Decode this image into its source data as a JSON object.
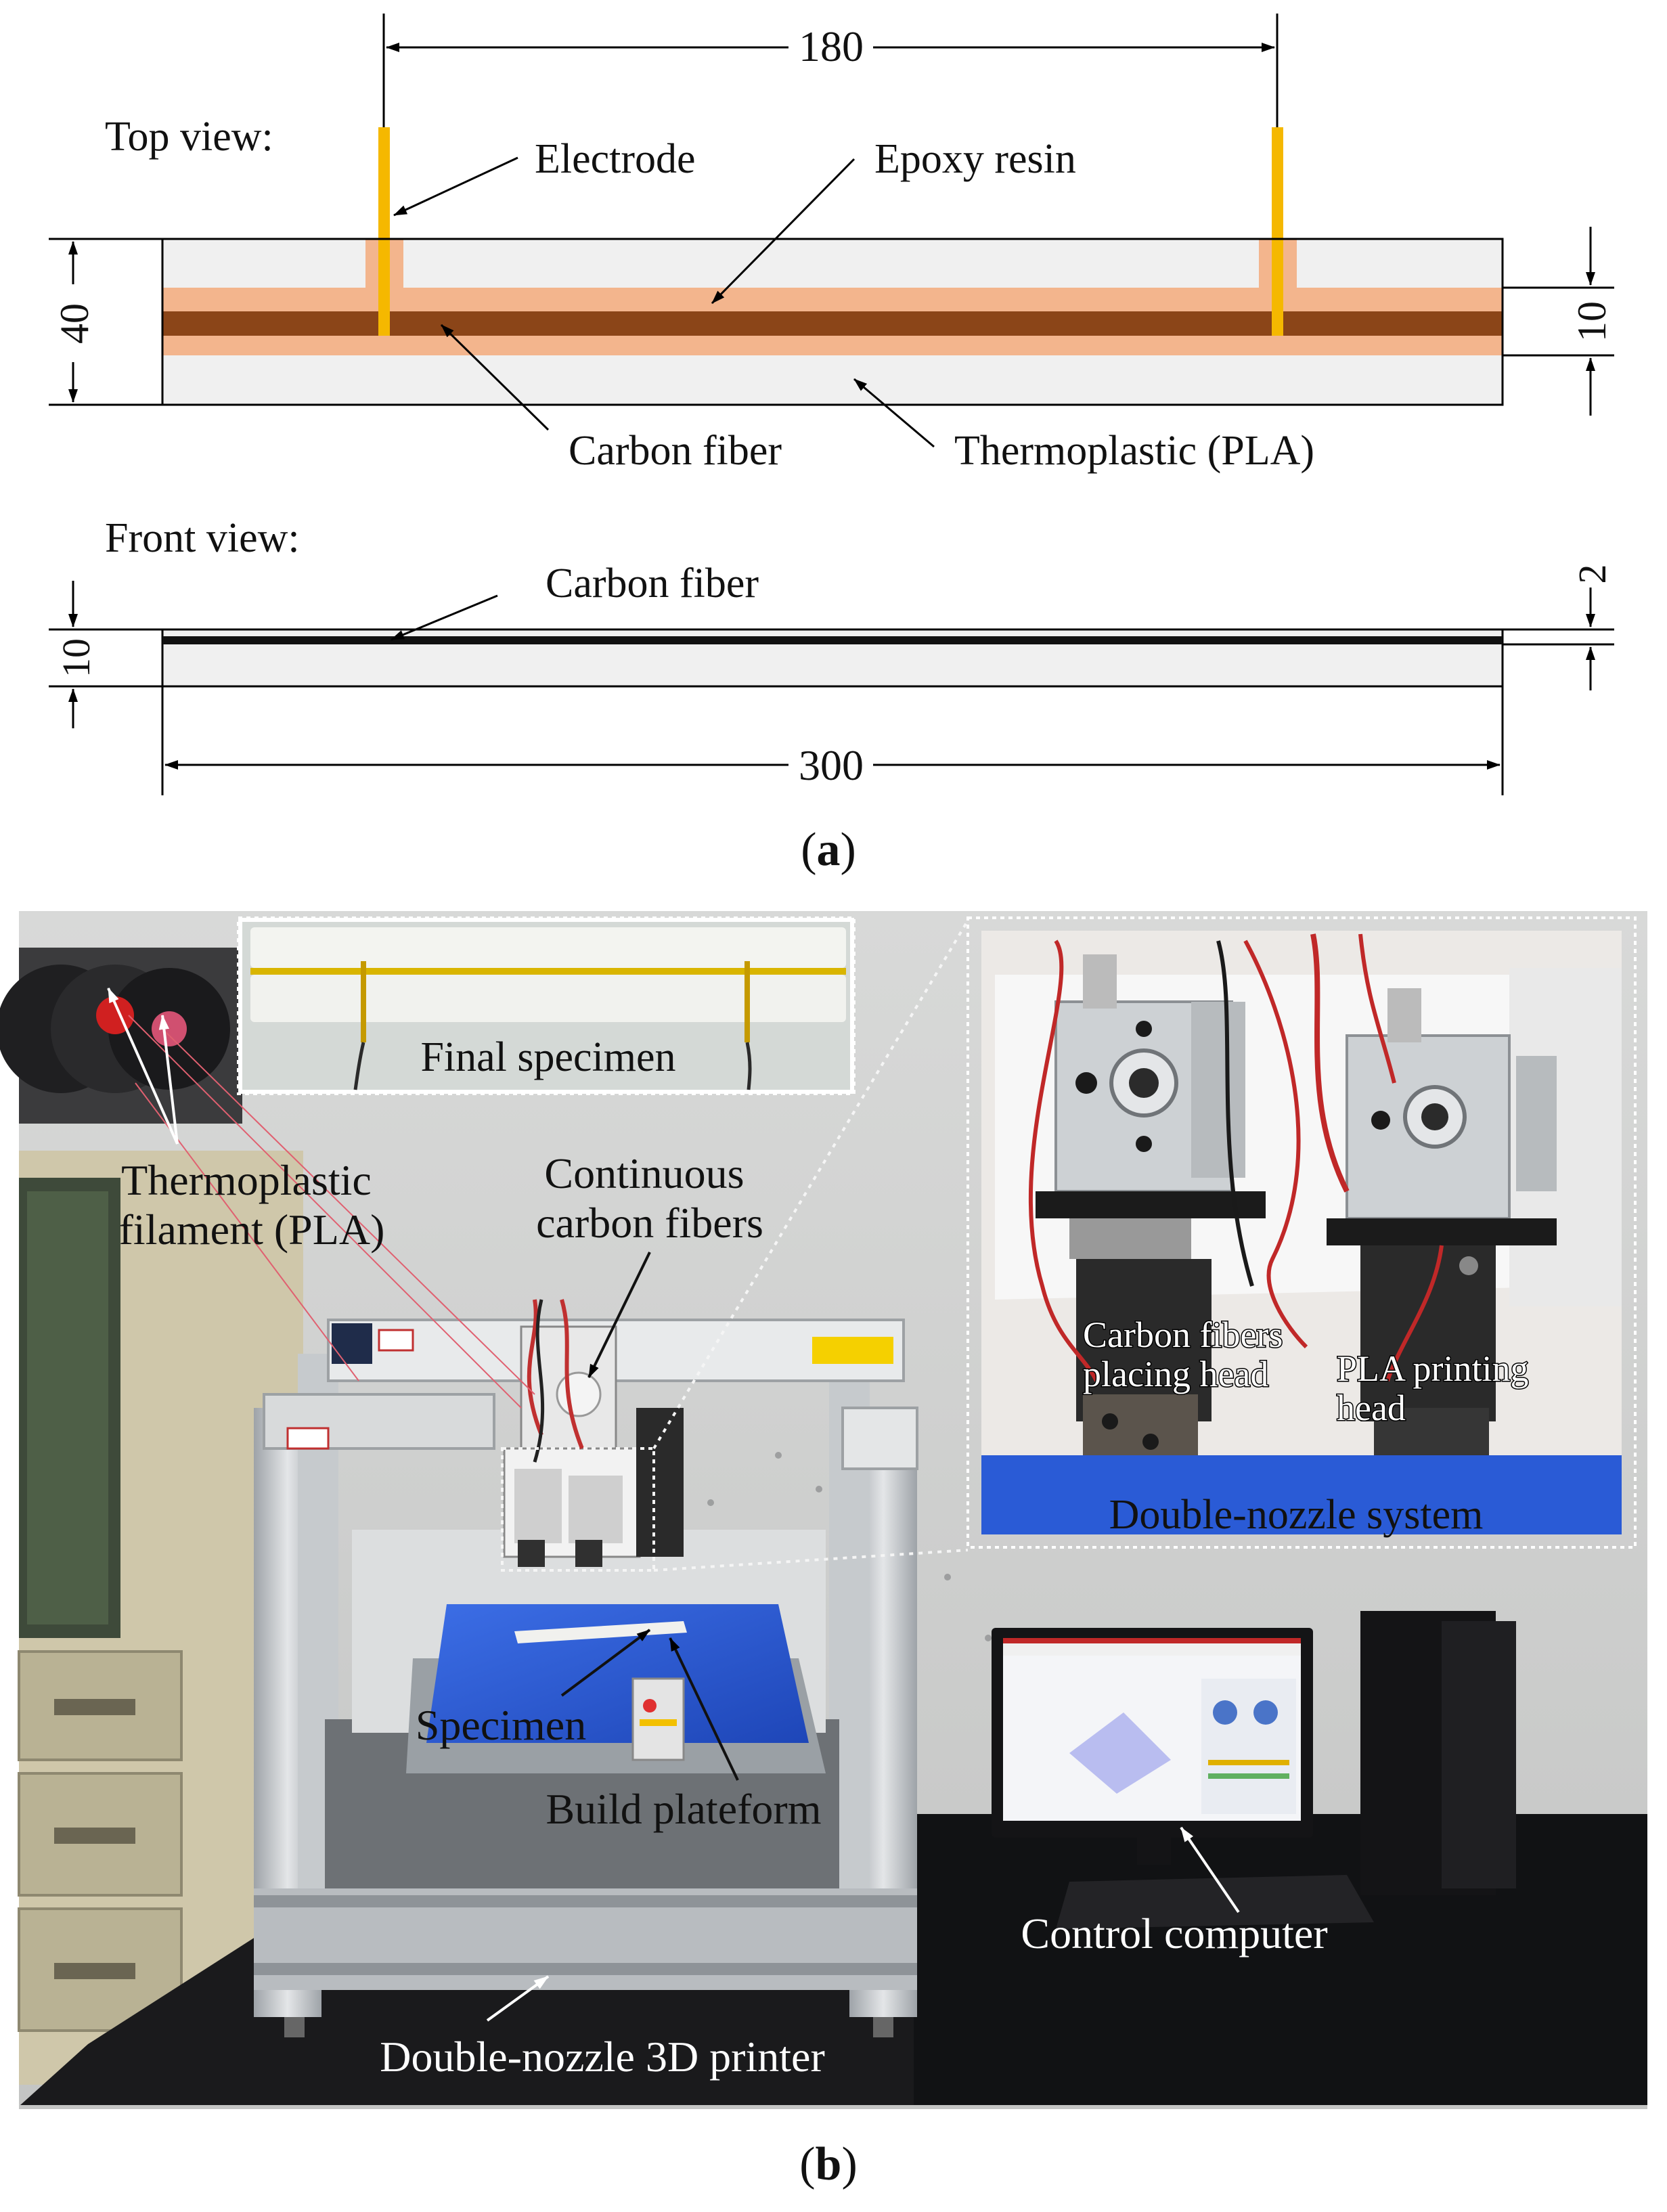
{
  "panel_a": {
    "top_view_label": "Top view:",
    "front_view_label": "Front view:",
    "electrode_label": "Electrode",
    "epoxy_label": "Epoxy resin",
    "carbon_fiber_label": "Carbon fiber",
    "thermoplastic_label": "Thermoplastic (PLA)",
    "front_carbon_fiber_label": "Carbon fiber",
    "dim_electrode_spacing": "180",
    "dim_width": "40",
    "dim_fiber_band": "10",
    "dim_thickness": "10",
    "dim_fiber_thickness": "2",
    "dim_length": "300",
    "caption_open": "(",
    "caption_letter": "a",
    "caption_close": ")"
  },
  "panel_b": {
    "final_specimen_label": "Final specimen",
    "filament_label_line1": "Thermoplastic",
    "filament_label_line2": "filament (PLA)",
    "fibers_label_line1": "Continuous",
    "fibers_label_line2": "carbon fibers",
    "cf_head_line1": "Carbon fibers",
    "cf_head_line2": "placing head",
    "pla_head_line1": "PLA printing",
    "pla_head_line2": "head",
    "nozzle_system_label": "Double-nozzle system",
    "specimen_label": "Specimen",
    "build_platform_label": "Build plateform",
    "control_computer_label": "Control computer",
    "printer_label": "Double-nozzle 3D printer",
    "caption_open": "(",
    "caption_letter": "b",
    "caption_close": ")"
  },
  "colors": {
    "pla": "#f0f0f0",
    "epoxy": "#f3b58d",
    "carbon_fiber": "#8b4518",
    "electrode": "#f5b800",
    "photo_background": "#cfd0cf",
    "build_plate": "#2a5bd6"
  }
}
